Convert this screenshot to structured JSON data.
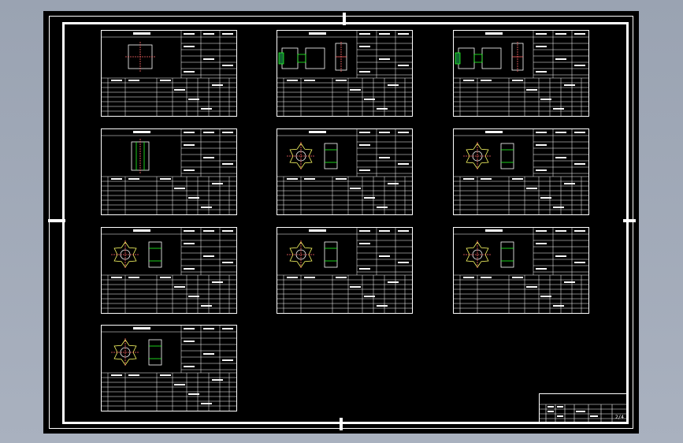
{
  "drawing": {
    "title_block": {
      "sheet_number": "2/4"
    },
    "sheets": [
      {
        "id": "sheet-1",
        "row": 0,
        "col": 0,
        "part": "square"
      },
      {
        "id": "sheet-2",
        "row": 0,
        "col": 1,
        "part": "split-block"
      },
      {
        "id": "sheet-3",
        "row": 0,
        "col": 2,
        "part": "split-block"
      },
      {
        "id": "sheet-4",
        "row": 1,
        "col": 0,
        "part": "bar"
      },
      {
        "id": "sheet-5",
        "row": 1,
        "col": 1,
        "part": "gear"
      },
      {
        "id": "sheet-6",
        "row": 1,
        "col": 2,
        "part": "gear"
      },
      {
        "id": "sheet-7",
        "row": 2,
        "col": 0,
        "part": "gear"
      },
      {
        "id": "sheet-8",
        "row": 2,
        "col": 1,
        "part": "gear"
      },
      {
        "id": "sheet-9",
        "row": 2,
        "col": 2,
        "part": "gear"
      },
      {
        "id": "sheet-10",
        "row": 3,
        "col": 0,
        "part": "gear"
      }
    ]
  }
}
